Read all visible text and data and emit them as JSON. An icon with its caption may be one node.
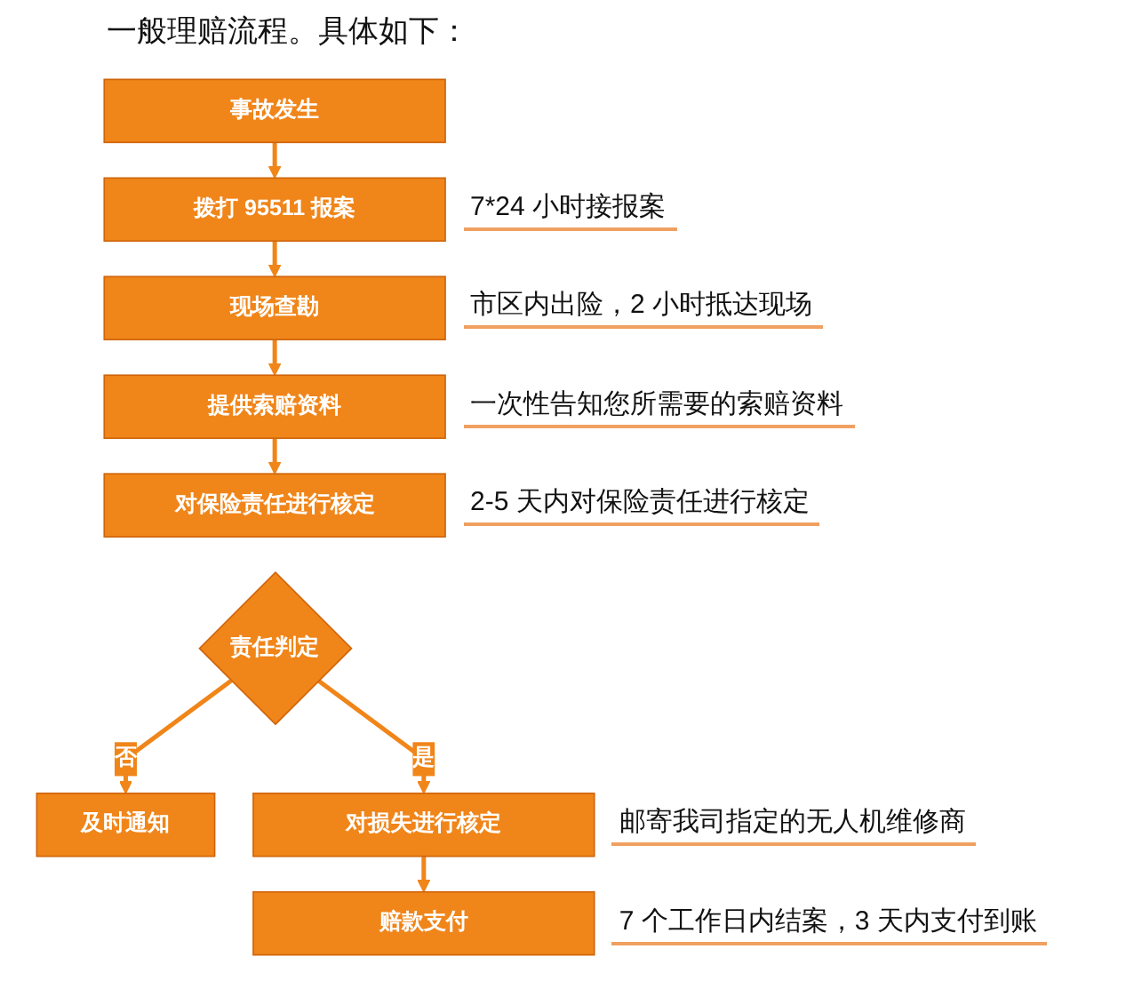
{
  "diagram": {
    "title": "一般理赔流程。具体如下：",
    "nodes": [
      {
        "text": [
          "事故发生"
        ]
      },
      {
        "text": [
          "拨打 95511 报案"
        ],
        "beside": [
          "7*24 小时接报案"
        ]
      },
      {
        "text": [
          "现场查勘"
        ],
        "beside": [
          "市区内出险，2 小时抵达现场"
        ]
      },
      {
        "text": [
          "提供索赔资料"
        ],
        "beside": [
          "一次性告知您所需要的索赔资料"
        ]
      },
      {
        "text": [
          "对保险责任进行核定"
        ],
        "beside": [
          "2-5 天内对保险责任进行核定"
        ]
      },
      {
        "text": [
          "责任判定"
        ]
      },
      {
        "text": [
          "及时通知"
        ]
      },
      {
        "text": [
          "对损失进行核定"
        ],
        "beside": [
          "邮寄我司指定的无人机维修商"
        ]
      },
      {
        "text": [
          "赔款支付"
        ],
        "beside": [
          "7 个工作日内结案，3 天内支付到账"
        ]
      }
    ],
    "edges": [
      {
        "from": 0,
        "to": 1,
        "arrow": "to"
      },
      {
        "from": 1,
        "to": 2,
        "arrow": "to"
      },
      {
        "from": 2,
        "to": 3,
        "arrow": "to"
      },
      {
        "from": 3,
        "to": 4,
        "arrow": "to"
      },
      {
        "from": 5,
        "to": 6,
        "arrow": "to",
        "label": "否"
      },
      {
        "from": 5,
        "to": 7,
        "arrow": "to",
        "label": "是"
      },
      {
        "from": 7,
        "to": 8,
        "arrow": "to"
      }
    ]
  }
}
